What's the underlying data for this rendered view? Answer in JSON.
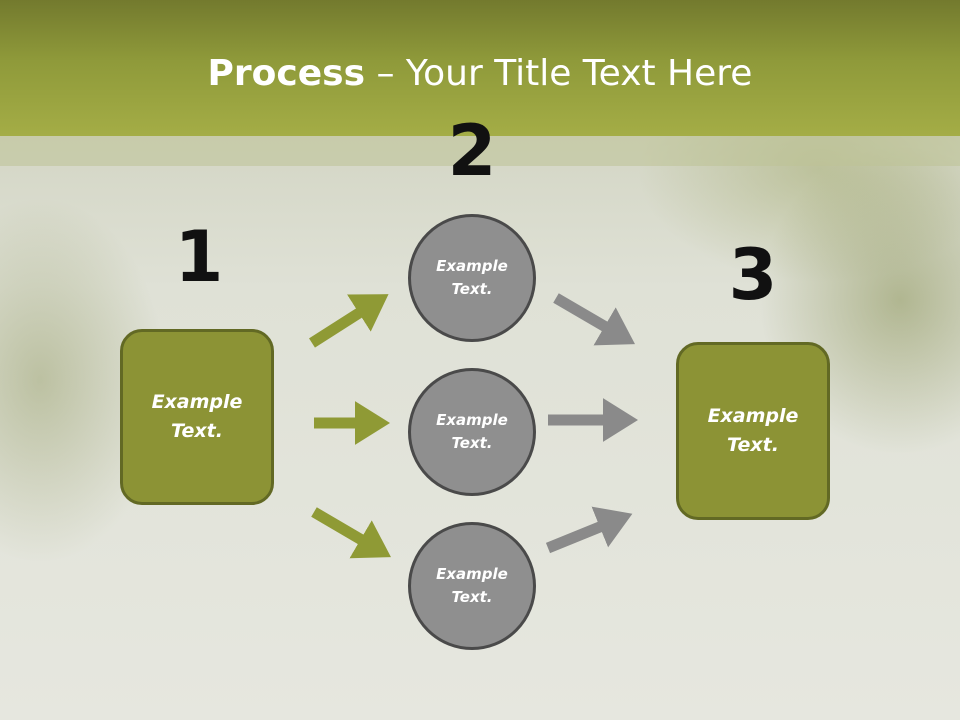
{
  "slide": {
    "title_bold": "Process",
    "title_rest": " – Your Title Text Here",
    "step_numbers": [
      "1",
      "2",
      "3"
    ],
    "left_box": {
      "label": "Example\nText."
    },
    "right_box": {
      "label": "Example\nText."
    },
    "circles": [
      {
        "label": "Example\nText."
      },
      {
        "label": "Example\nText."
      },
      {
        "label": "Example\nText."
      }
    ]
  },
  "colors": {
    "accent_olive": "#8c9335",
    "arrow_olive": "#8f9a35",
    "arrow_gray": "#8a8a8a",
    "circle_gray": "#8f8f8f"
  },
  "icons": [
    "arrow-right-up-icon",
    "arrow-right-icon",
    "arrow-right-down-icon"
  ]
}
